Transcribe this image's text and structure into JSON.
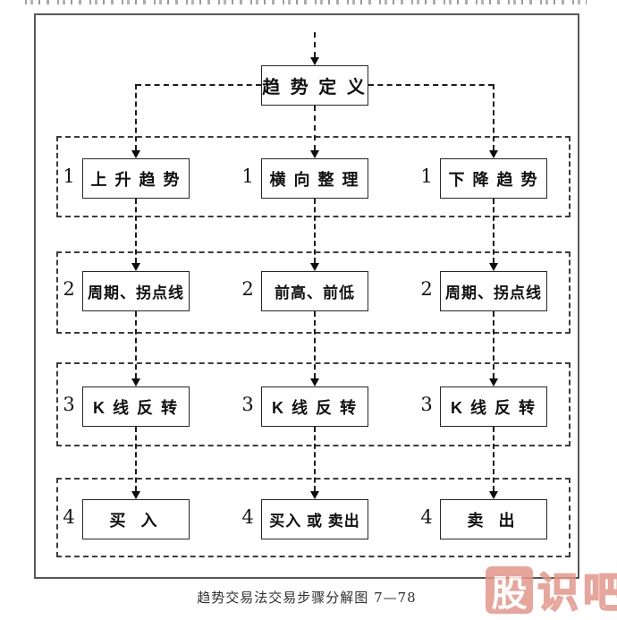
{
  "page": {
    "caption": "趋势交易法交易步骤分解图 7—78"
  },
  "flow": {
    "root": "趋 势 定 义",
    "rows": [
      {
        "step": "1",
        "nodes": [
          "上 升 趋 势",
          "横 向 整 理",
          "下 降 趋 势"
        ]
      },
      {
        "step": "2",
        "nodes": [
          "周期、拐点线",
          "前高、前低",
          "周期、拐点线"
        ]
      },
      {
        "step": "3",
        "nodes": [
          "K 线 反 转",
          "K 线 反 转",
          "K 线 反 转"
        ]
      },
      {
        "step": "4",
        "nodes": [
          "买 入",
          "买入 或 卖出",
          "卖 出"
        ]
      }
    ]
  },
  "watermark": {
    "boxed_char": "股",
    "outline_chars": "识吧",
    "color": "#e5968a"
  },
  "colors": {
    "line": "#1c1c1c",
    "frame_border": "#575757",
    "box_border": "#262626"
  }
}
